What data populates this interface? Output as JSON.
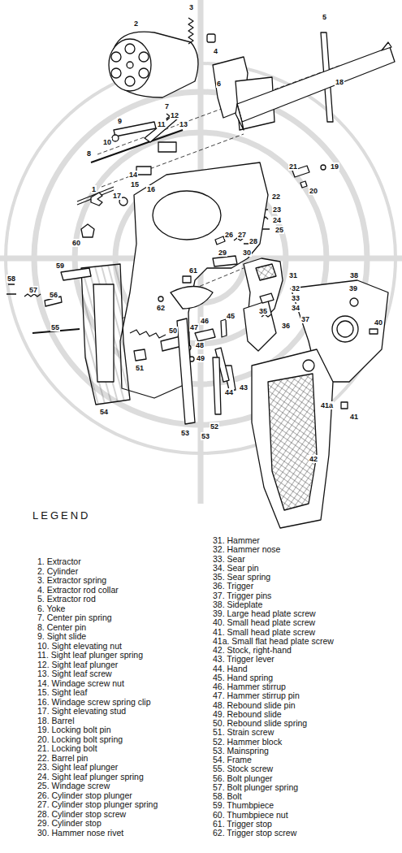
{
  "diagram": {
    "labels": [
      "LEGEND",
      "1",
      "2",
      "3",
      "4",
      "5",
      "6",
      "7",
      "8",
      "9",
      "10",
      "11",
      "12",
      "13",
      "14",
      "15",
      "16",
      "17",
      "18",
      "19",
      "20",
      "21",
      "22",
      "23",
      "24",
      "25",
      "26",
      "27",
      "28",
      "29",
      "30",
      "31",
      "32",
      "33",
      "34",
      "35",
      "36",
      "37",
      "38",
      "39",
      "40",
      "41",
      "41a",
      "42",
      "43",
      "44",
      "45",
      "46",
      "47",
      "48",
      "49",
      "50",
      "51",
      "52",
      "53",
      "53",
      "54",
      "55",
      "56",
      "57",
      "58",
      "59",
      "60",
      "61",
      "62"
    ],
    "legend": [
      {
        "text": "1. Extractor"
      },
      {
        "text": "2. Cylinder"
      },
      {
        "text": "3. Extractor spring"
      },
      {
        "text": "4. Extractor rod collar"
      },
      {
        "text": "5. Extractor rod"
      },
      {
        "text": "6. Yoke"
      },
      {
        "text": "7. Center pin spring"
      },
      {
        "text": "8. Center pin"
      },
      {
        "text": "9. Sight slide"
      },
      {
        "text": "10. Sight elevating nut"
      },
      {
        "text": "11. Sight leaf plunger spring"
      },
      {
        "text": "12. Sight leaf plunger"
      },
      {
        "text": "13. Sight leaf screw"
      },
      {
        "text": "14. Windage screw nut"
      },
      {
        "text": "15. Sight leaf"
      },
      {
        "text": "16. Windage screw spring clip"
      },
      {
        "text": "17. Sight elevating stud"
      },
      {
        "text": "18. Barrel"
      },
      {
        "text": "19. Locking bolt pin"
      },
      {
        "text": "20. Locking bolt spring"
      },
      {
        "text": "21. Locking bolt"
      },
      {
        "text": "22. Barrel pin"
      },
      {
        "text": "23. Sight leaf plunger"
      },
      {
        "text": "24. Sight leaf plunger spring"
      },
      {
        "text": "25. Windage screw"
      },
      {
        "text": "26. Cylinder stop plunger"
      },
      {
        "text": "27. Cylinder stop plunger spring"
      },
      {
        "text": "28. Cylinder stop screw"
      },
      {
        "text": "29. Cylinder stop"
      },
      {
        "text": "30. Hammer nose rivet"
      },
      {
        "text": "31. Hammer"
      },
      {
        "text": "32. Hammer nose"
      },
      {
        "text": "33. Sear"
      },
      {
        "text": "34. Sear pin"
      },
      {
        "text": "35. Sear spring"
      },
      {
        "text": "36. Trigger"
      },
      {
        "text": "37. Trigger pins"
      },
      {
        "text": "38. Sideplate"
      },
      {
        "text": "39. Large head plate screw"
      },
      {
        "text": "40. Small head plate screw"
      },
      {
        "text": "41. Small head plate screw"
      },
      {
        "text": "41a. Small flat head plate screw"
      },
      {
        "text": "42. Stock, right-hand"
      },
      {
        "text": "43. Trigger lever"
      },
      {
        "text": "44. Hand"
      },
      {
        "text": "45. Hand spring"
      },
      {
        "text": "46. Hammer stirrup"
      },
      {
        "text": "47. Hammer stirrup pin"
      },
      {
        "text": "48. Rebound slide pin"
      },
      {
        "text": "49. Rebound slide"
      },
      {
        "text": "50. Rebound slide spring"
      },
      {
        "text": "51. Strain screw"
      },
      {
        "text": "52. Hammer block"
      },
      {
        "text": "53. Mainspring"
      },
      {
        "text": "54. Frame"
      },
      {
        "text": "55. Stock screw"
      },
      {
        "text": "56. Bolt plunger"
      },
      {
        "text": "57. Bolt plunger spring"
      },
      {
        "text": "58. Bolt"
      },
      {
        "text": "59. Thumbpiece"
      },
      {
        "text": "60. Thumbpiece nut"
      },
      {
        "text": "61. Trigger stop"
      },
      {
        "text": "62. Trigger stop screw"
      }
    ]
  }
}
